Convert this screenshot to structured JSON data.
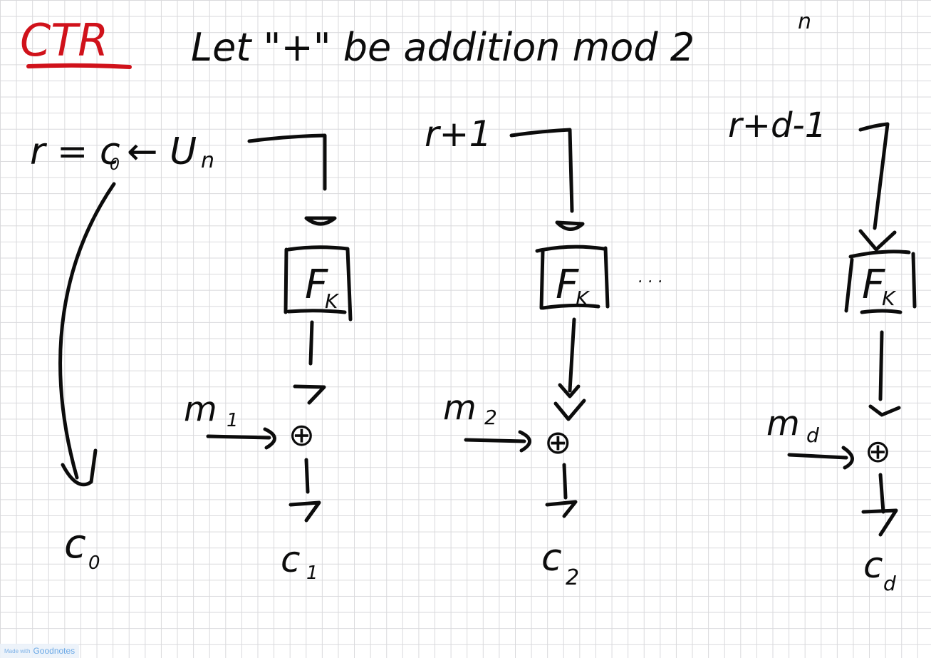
{
  "title": "CTR",
  "heading_text": "Let \"+\" be addition mod 2",
  "heading_exponent": "n",
  "ink_color": "#0c0c0c",
  "title_color": "#d0121b",
  "blocks": [
    {
      "counter": "r+1",
      "prf": "F",
      "prf_sub": "K",
      "message": "m",
      "message_sub": "2",
      "xor": "⊕",
      "cipher": "c",
      "cipher_sub": "2"
    },
    {
      "counter": "r+d-1",
      "prf": "F",
      "prf_sub": "K",
      "message": "m",
      "message_sub": "d",
      "xor": "⊕",
      "cipher": "c",
      "cipher_sub": "d"
    }
  ],
  "first_block": {
    "counter": "r = c",
    "counter_sub": "0",
    "counter_set": "← U",
    "counter_set_sub": "n",
    "prf": "F",
    "prf_sub": "K",
    "message": "m",
    "message_sub": "1",
    "xor": "⊕",
    "cipher": "c",
    "cipher_sub": "1"
  },
  "iv_output": {
    "label": "c",
    "label_sub": "0"
  },
  "ellipsis": ". . .",
  "watermark": {
    "prefix": "Made with",
    "brand": "Goodnotes"
  }
}
